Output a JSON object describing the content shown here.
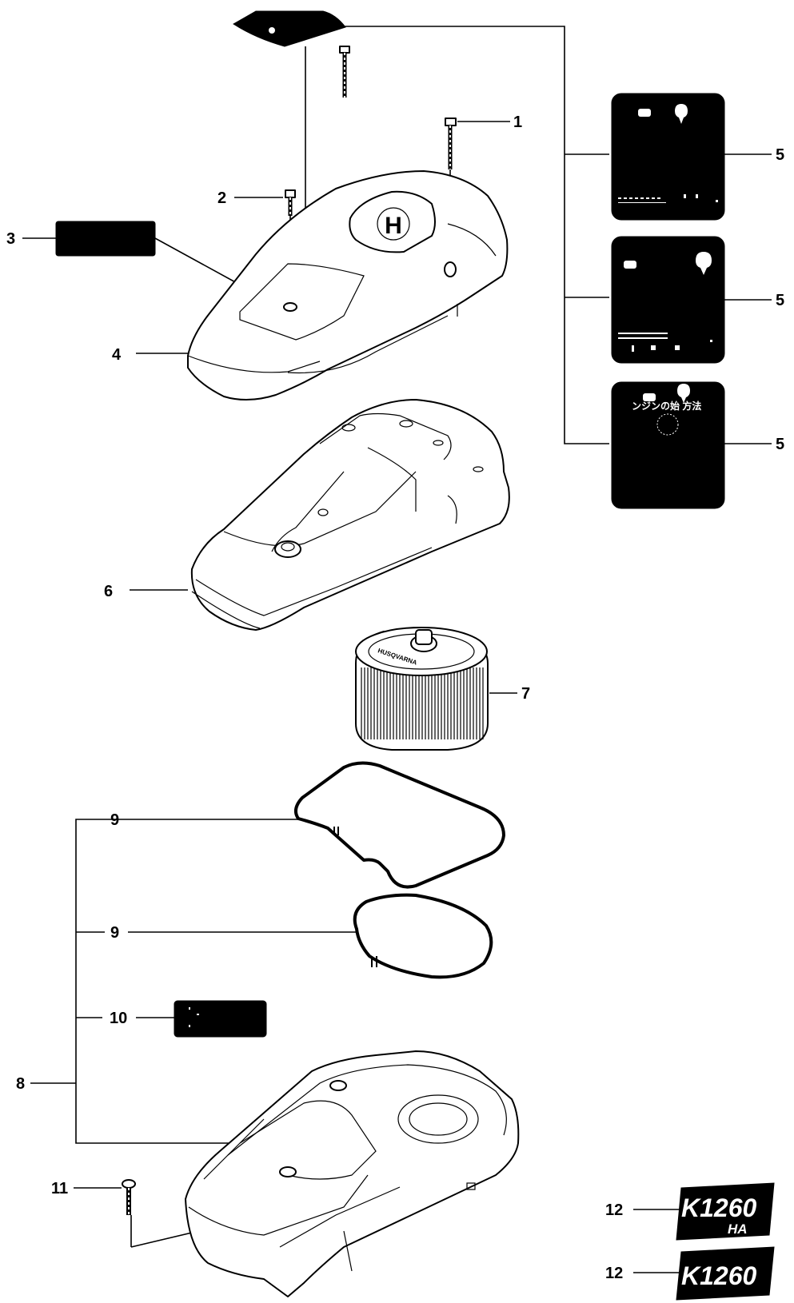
{
  "callouts": {
    "c1": "1",
    "c2": "2",
    "c3": "3",
    "c4": "4",
    "c5a": "5",
    "c5b": "5",
    "c5c": "5",
    "c6": "6",
    "c7": "7",
    "c8": "8",
    "c9a": "9",
    "c9b": "9",
    "c10": "10",
    "c11": "11",
    "c12a": "12",
    "c12b": "12"
  },
  "decals": {
    "model_ha_top": "K1260",
    "model_ha_bottom": "HA",
    "model_plain": "K1260",
    "japanese_label": "ンジンの始 方法"
  }
}
